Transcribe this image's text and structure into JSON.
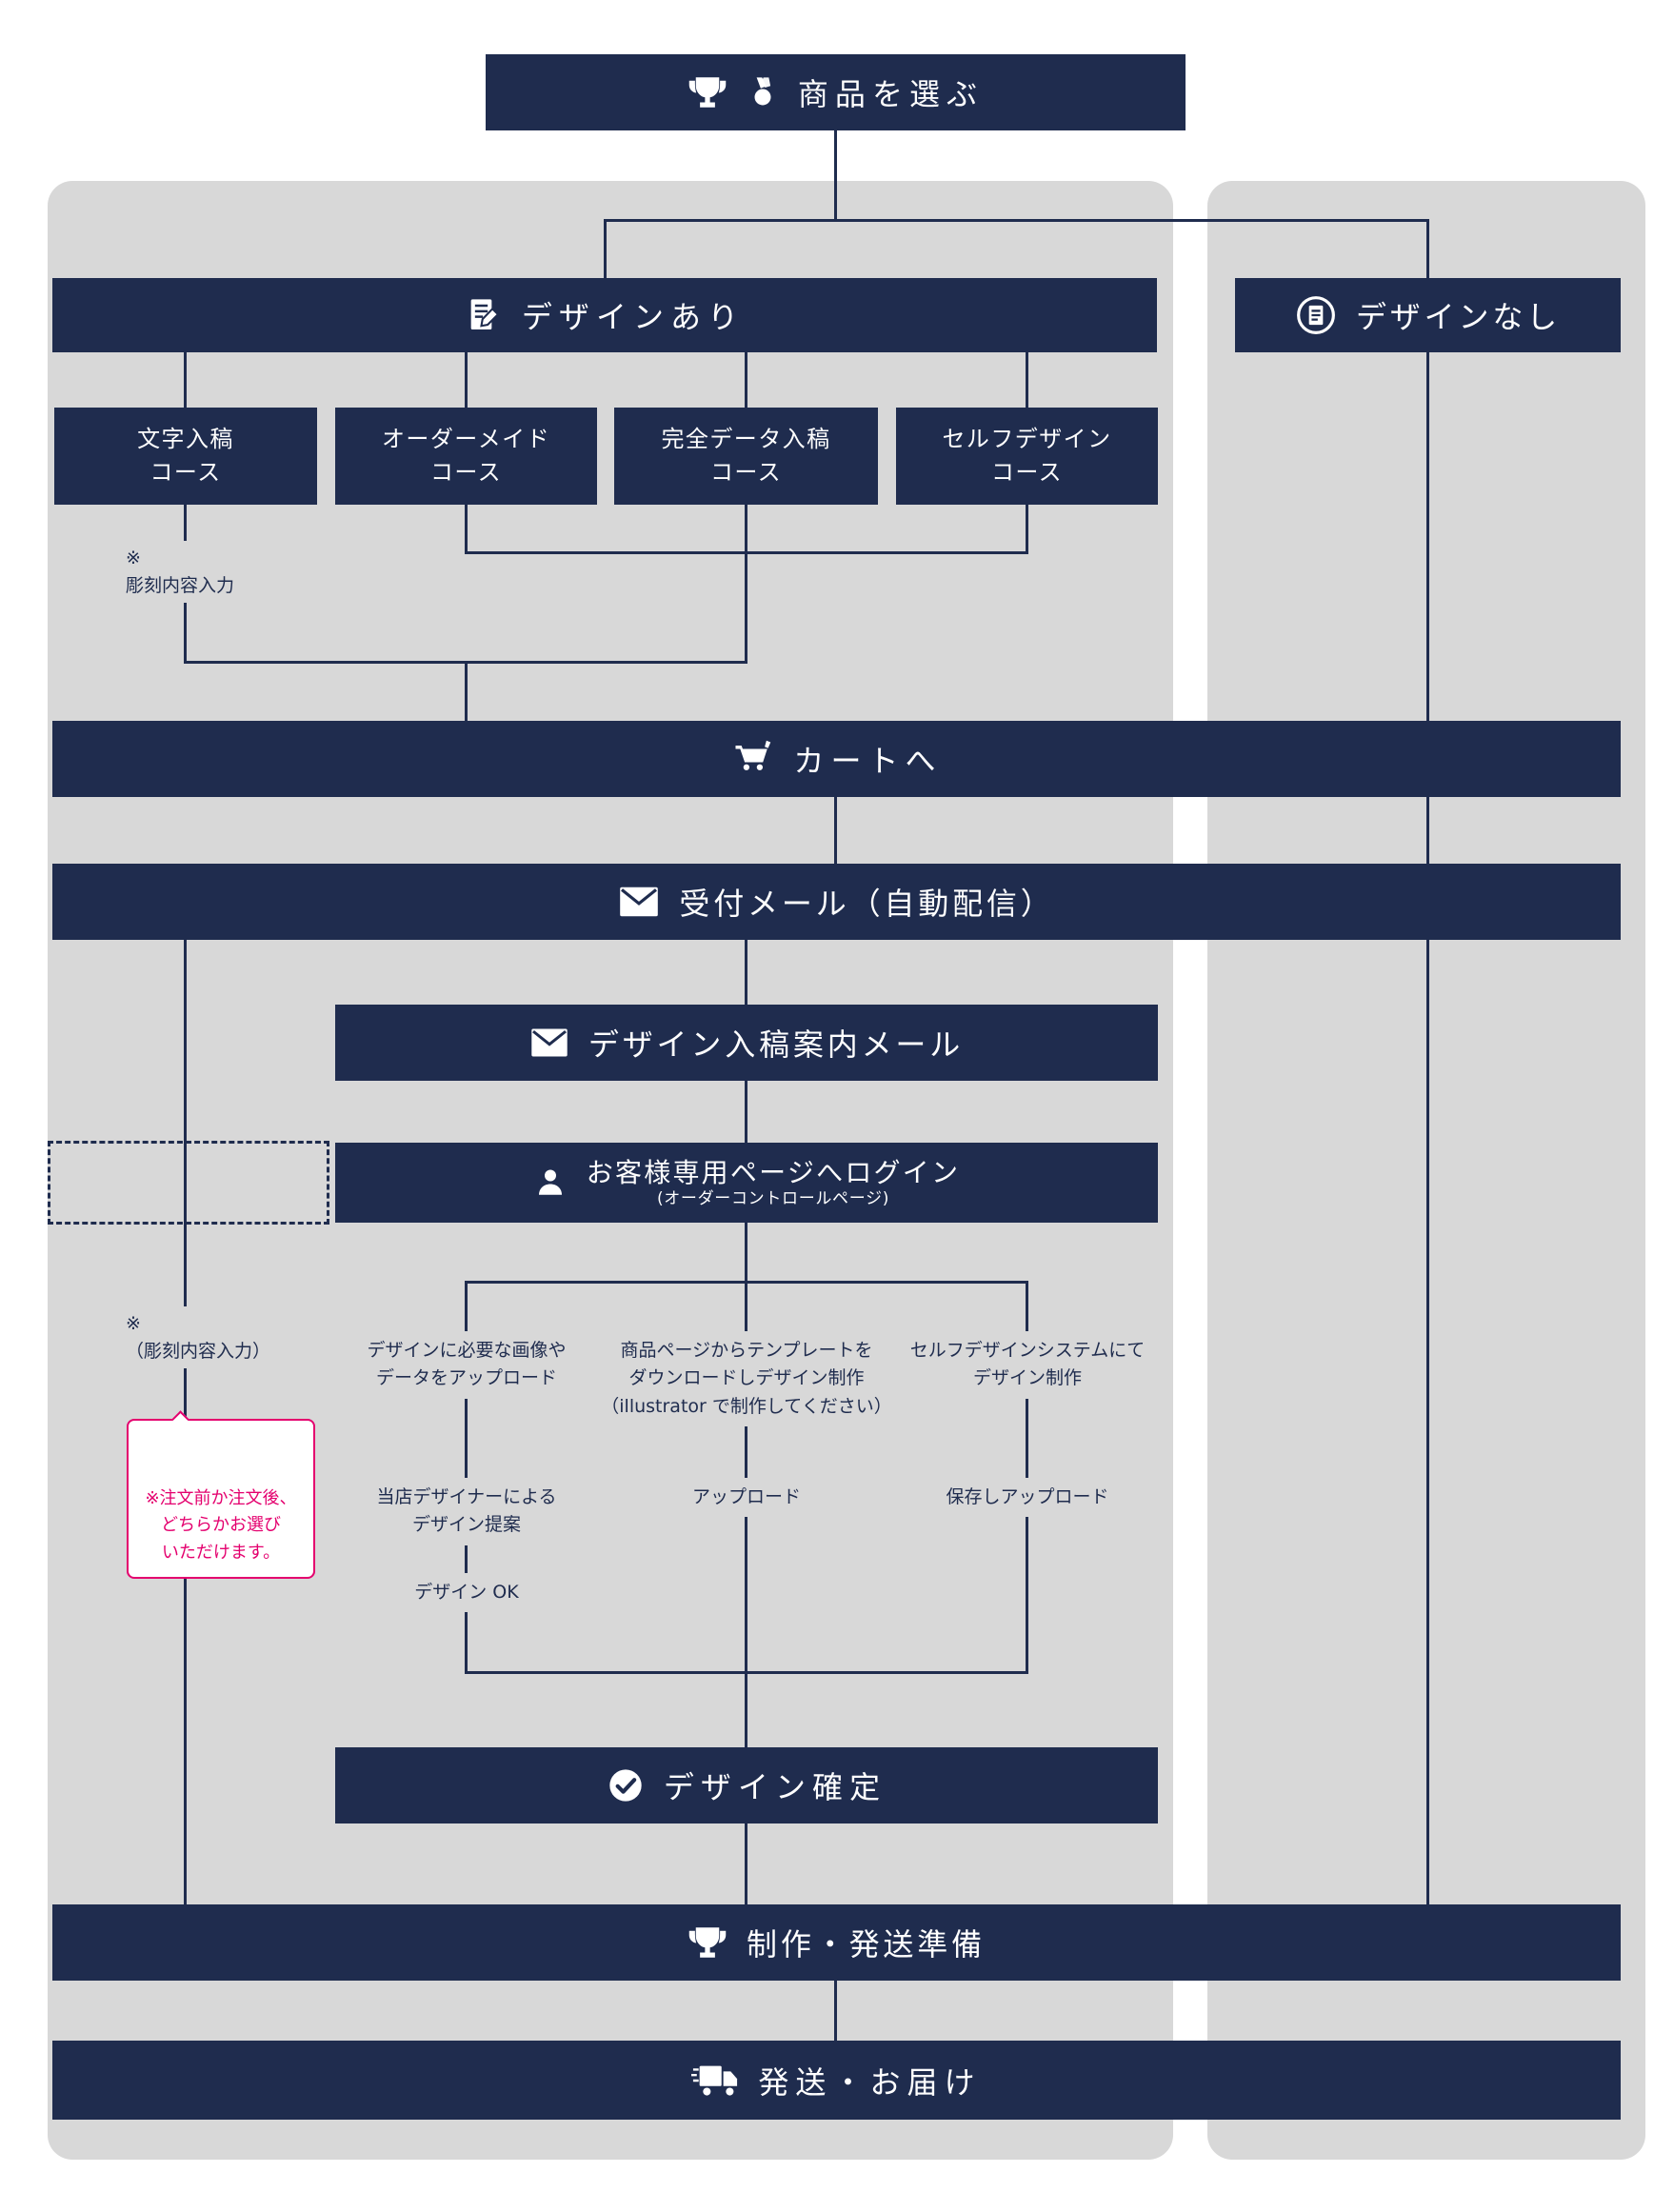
{
  "colors": {
    "navy": "#1f2c4e",
    "panel_gray": "#d8d8d8",
    "pink": "#e4006e",
    "white": "#ffffff"
  },
  "start": {
    "label": "商品を選ぶ"
  },
  "branches": {
    "design_yes": {
      "label": "デザインあり"
    },
    "design_no": {
      "label": "デザインなし"
    }
  },
  "courses": [
    {
      "line1": "文字入稿",
      "line2": "コース"
    },
    {
      "line1": "オーダーメイド",
      "line2": "コース"
    },
    {
      "line1": "完全データ入稿",
      "line2": "コース"
    },
    {
      "line1": "セルフデザイン",
      "line2": "コース"
    }
  ],
  "notes": {
    "engrave_top": "※\n彫刻内容入力",
    "engrave_mid": "※\n（彫刻内容入力）",
    "pink_callout": "※注文前か注文後、\nどちらかお選び\nいただけます。"
  },
  "steps": {
    "cart": {
      "label": "カートへ"
    },
    "reception_mail": {
      "label": "受付メール（自動配信）"
    },
    "design_guide_mail": {
      "label": "デザイン入稿案内メール"
    },
    "login": {
      "label": "お客様専用ページへログイン",
      "sub": "(オーダーコントロールページ)"
    },
    "design_fixed": {
      "label": "デザイン確定"
    },
    "production": {
      "label": "制作・発送準備"
    },
    "shipping": {
      "label": "発送・お届け"
    }
  },
  "columns": {
    "col1": {
      "step1": "デザインに必要な画像や\nデータをアップロード",
      "step2": "当店デザイナーによる\nデザイン提案",
      "step3": "デザイン OK"
    },
    "col2": {
      "step1": "商品ページからテンプレートを\nダウンロードしデザイン制作\n（illustrator で制作してください）",
      "step2": "アップロード"
    },
    "col3": {
      "step1": "セルフデザインシステムにて\nデザイン制作",
      "step2": "保存しアップロード"
    }
  }
}
